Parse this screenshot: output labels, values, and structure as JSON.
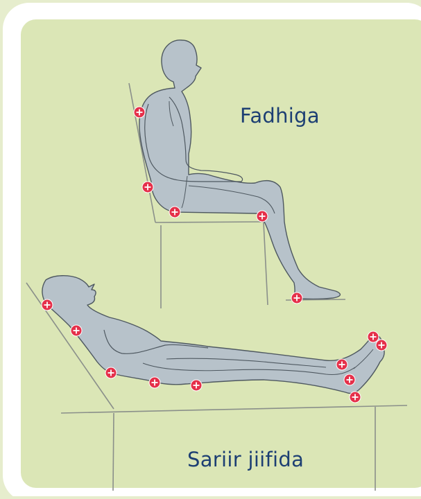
{
  "labels": {
    "sitting": "Fadhiga",
    "lying": "Sariir jiifida"
  },
  "colors": {
    "outer_background": "#e6edcd",
    "card_border": "#ffffff",
    "panel_fill": "#dbe6b6",
    "body_fill": "#b7c2ca",
    "body_outline": "#4e5860",
    "furniture_line": "#8a8f8a",
    "pressure_point_fill": "#e5304a",
    "pressure_point_mark": "#ffffff",
    "label_text": "#1d3f73"
  },
  "pressure_points": {
    "sitting": [
      "back",
      "hip",
      "buttock",
      "knee",
      "heel"
    ],
    "lying": [
      "head",
      "shoulder",
      "elbow",
      "lower-back",
      "thigh",
      "knee",
      "toes",
      "ankle",
      "heel"
    ]
  }
}
